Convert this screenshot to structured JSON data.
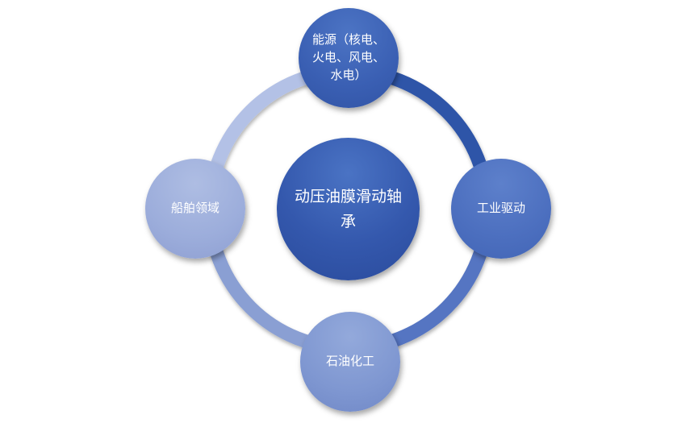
{
  "diagram": {
    "center": {
      "label": "动压油膜滑动轴承"
    },
    "nodes": [
      {
        "id": "top",
        "label": "能源（核电、火电、风电、水电）"
      },
      {
        "id": "right",
        "label": "工业驱动"
      },
      {
        "id": "bottom",
        "label": "石油化工"
      },
      {
        "id": "left",
        "label": "船舶领域"
      }
    ]
  },
  "colors": {
    "ring_top": "#2f55a8",
    "ring_right": "#4c6fbf",
    "ring_bottom": "#6d86c6",
    "ring_left": "#b8c5e7",
    "center_fill": "#3458ad"
  }
}
